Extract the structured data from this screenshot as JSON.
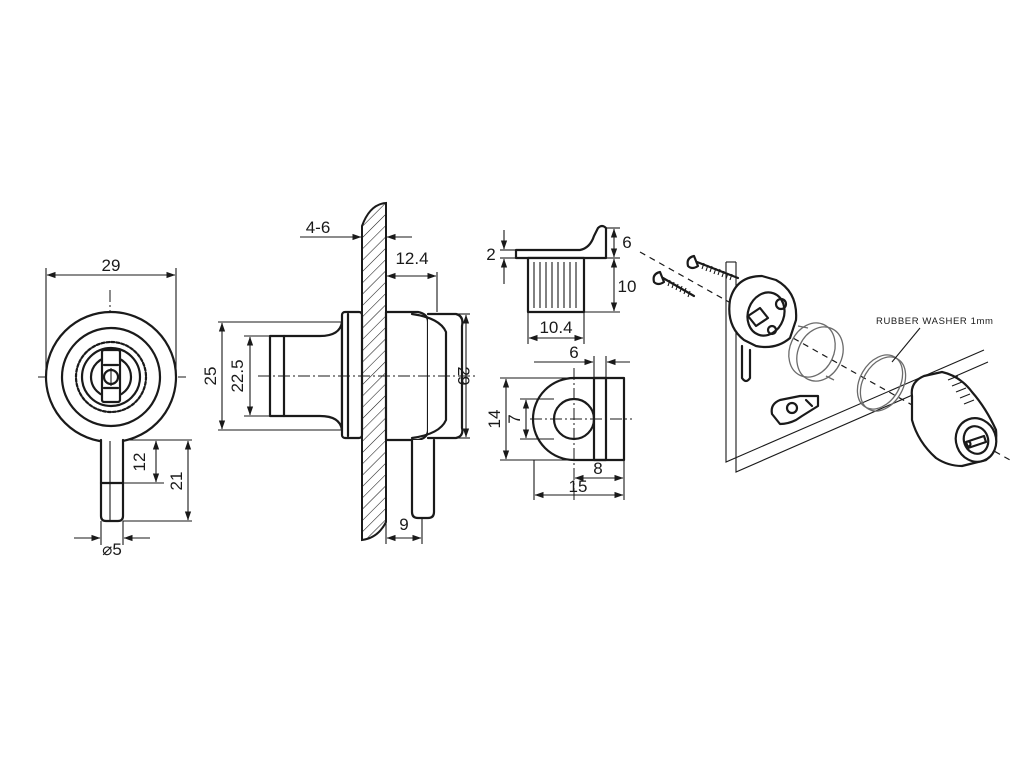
{
  "front_view": {
    "dim_width": "29",
    "dim_pin_12": "12",
    "dim_pin_21": "21",
    "dim_pin_diameter": "⌀5"
  },
  "side_view": {
    "dim_panel": "4-6",
    "dim_depth": "12.4",
    "dim_outer": "25",
    "dim_inner": "22.5",
    "dim_height": "29",
    "dim_pin_offset": "9"
  },
  "catch_view": {
    "dim_thickness": "2",
    "dim_lip": "6",
    "dim_height": "10",
    "dim_width": "10.4"
  },
  "catch_plan_view": {
    "dim_top": "6",
    "dim_height": "14",
    "dim_inner": "7",
    "dim_8": "8",
    "dim_15": "15"
  },
  "exploded_view": {
    "washer_label": "RUBBER WASHER 1mm",
    "icons": [
      "screw-icon",
      "lock-body-icon",
      "catch-icon",
      "washer-icon",
      "cylinder-icon"
    ]
  }
}
